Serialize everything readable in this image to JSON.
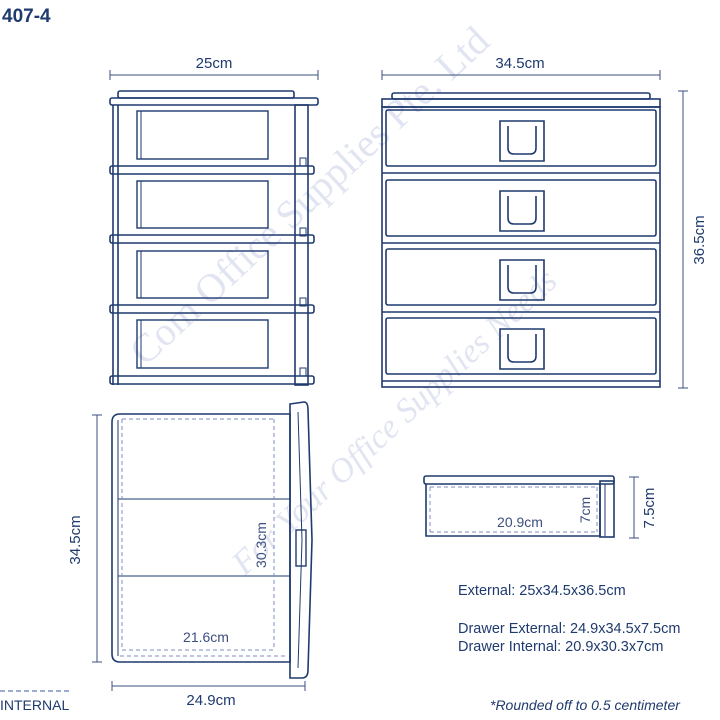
{
  "model": "407-4",
  "dimensions": {
    "front_width": "25cm",
    "side_depth": "34.5cm",
    "side_height": "36.5cm",
    "top_depth": "34.5cm",
    "top_internal_depth": "30.3cm",
    "top_internal_width": "21.6cm",
    "top_external_width": "24.9cm",
    "drawer_internal_width": "20.9cm",
    "drawer_internal_height": "7cm",
    "drawer_external_height": "7.5cm"
  },
  "specs": {
    "external": "External: 25x34.5x36.5cm",
    "drawer_external": "Drawer External: 24.9x34.5x7.5cm",
    "drawer_internal": "Drawer Internal: 20.9x30.3x7cm"
  },
  "legend_label": "INTERNAL",
  "note": "*Rounded off to 0.5 centimeter",
  "watermark": {
    "line1": "Com Office Supplies Pte. Ltd",
    "line2": "For Your Office Supplies Needs"
  },
  "colors": {
    "line": "#1f3a6e",
    "dim": "#3d4f80",
    "dashed": "#7d8fbf",
    "watermark": "#c9cfe6"
  }
}
